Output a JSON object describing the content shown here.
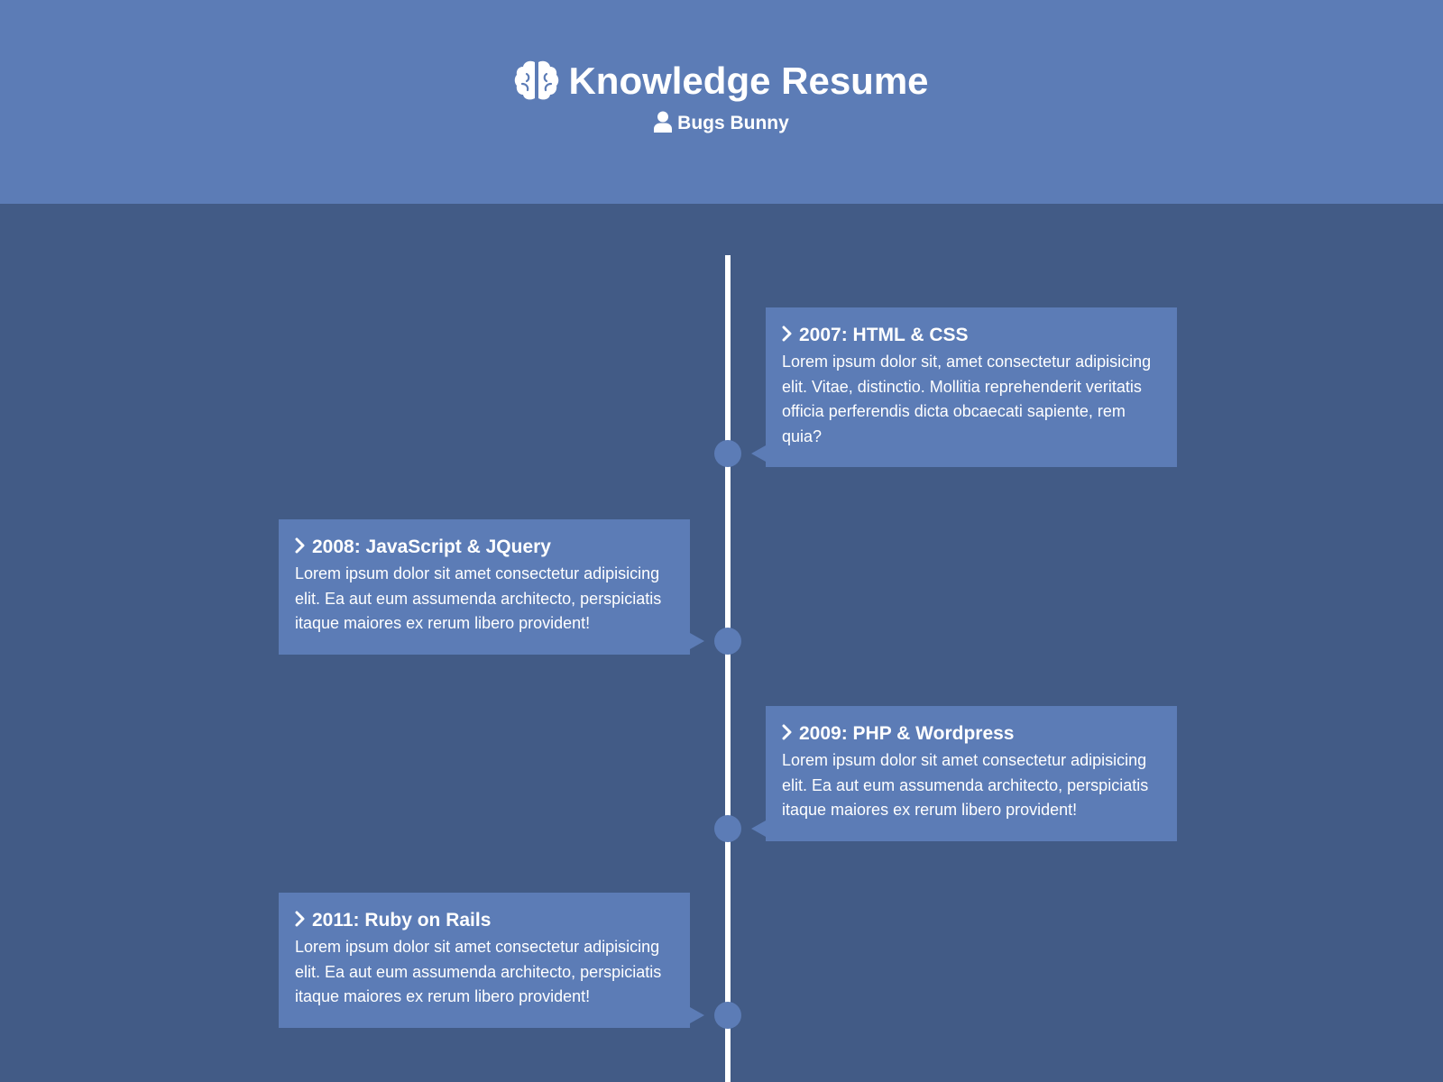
{
  "header": {
    "title": "Knowledge Resume",
    "title_icon": "brain-icon",
    "user_name": "Bugs Bunny",
    "user_icon": "user-icon"
  },
  "timeline": {
    "entries": [
      {
        "title": "2007: HTML & CSS",
        "body": "Lorem ipsum dolor sit, amet consectetur adipisicing elit. Vitae, distinctio. Mollitia reprehenderit veritatis officia perferendis dicta obcaecati sapiente, rem quia?",
        "side": "right"
      },
      {
        "title": "2008: JavaScript & JQuery",
        "body": "Lorem ipsum dolor sit amet consectetur adipisicing elit. Ea aut eum assumenda architecto, perspiciatis itaque maiores ex rerum libero provident!",
        "side": "left"
      },
      {
        "title": "2009: PHP & Wordpress",
        "body": "Lorem ipsum dolor sit amet consectetur adipisicing elit. Ea aut eum assumenda architecto, perspiciatis itaque maiores ex rerum libero provident!",
        "side": "right"
      },
      {
        "title": "2011: Ruby on Rails",
        "body": "Lorem ipsum dolor sit amet consectetur adipisicing elit. Ea aut eum assumenda architecto, perspiciatis itaque maiores ex rerum libero provident!",
        "side": "left"
      }
    ]
  },
  "colors": {
    "page_background": "#425b86",
    "header_background": "#5c7cb6",
    "card_background": "#5c7cb6",
    "timeline_line": "#ffffff",
    "text": "#ffffff"
  }
}
